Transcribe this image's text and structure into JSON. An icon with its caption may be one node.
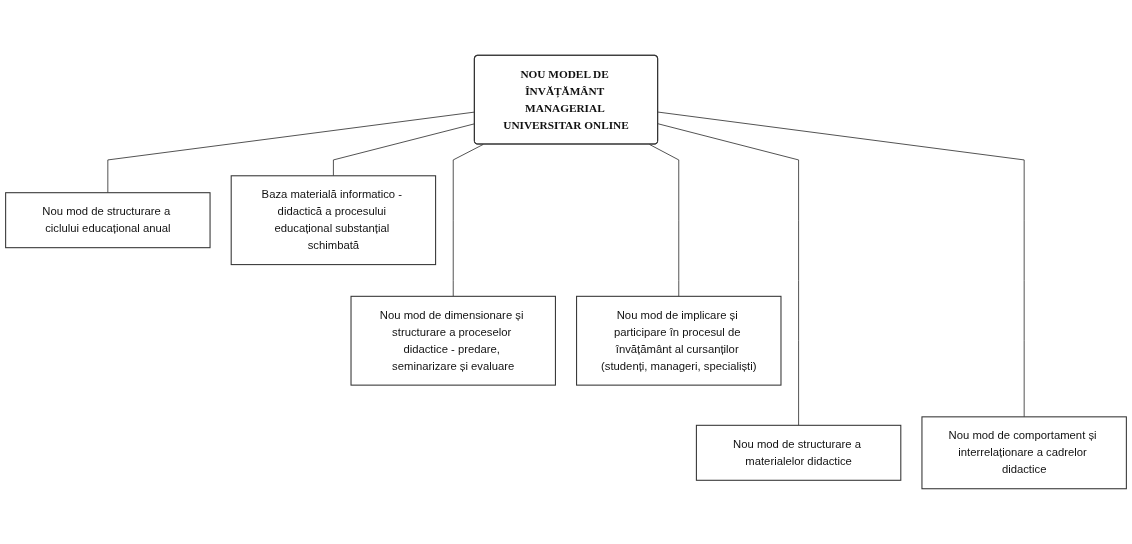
{
  "diagram": {
    "nodes": [
      {
        "text": [
          "Nou mod de structurare a ciclului educațional anual"
        ]
      },
      {
        "text": [
          "NOU MODEL DE ÎNVĂȚĂMÂNT MANAGERIAL UNIVERSITAR ONLINE"
        ]
      },
      {
        "text": [
          "Baza materială informatico - didactică a procesului educațional substanțial schimbată"
        ]
      },
      {
        "text": [
          "Nou mod de dimensionare și structurare a proceselor didactice - predare, seminarizare și evaluare"
        ]
      },
      {
        "text": [
          "Nou mod de implicare și participare în procesul de învățământ al cursanților (studenți, manageri, specialiști)"
        ]
      },
      {
        "text": [
          "Nou mod de structurare a materialelor didactice"
        ]
      },
      {
        "text": [
          "Nou mod de comportament și interrelaționare a cadrelor didactice"
        ]
      }
    ],
    "edges": [
      {
        "from": 1,
        "to": 0,
        "arrow": "none"
      },
      {
        "from": 1,
        "to": 2,
        "arrow": "none"
      },
      {
        "from": 1,
        "to": 3,
        "arrow": "none"
      },
      {
        "from": 1,
        "to": 4,
        "arrow": "none"
      },
      {
        "from": 1,
        "to": 5,
        "arrow": "none"
      },
      {
        "from": 1,
        "to": 6,
        "arrow": "none"
      }
    ]
  }
}
